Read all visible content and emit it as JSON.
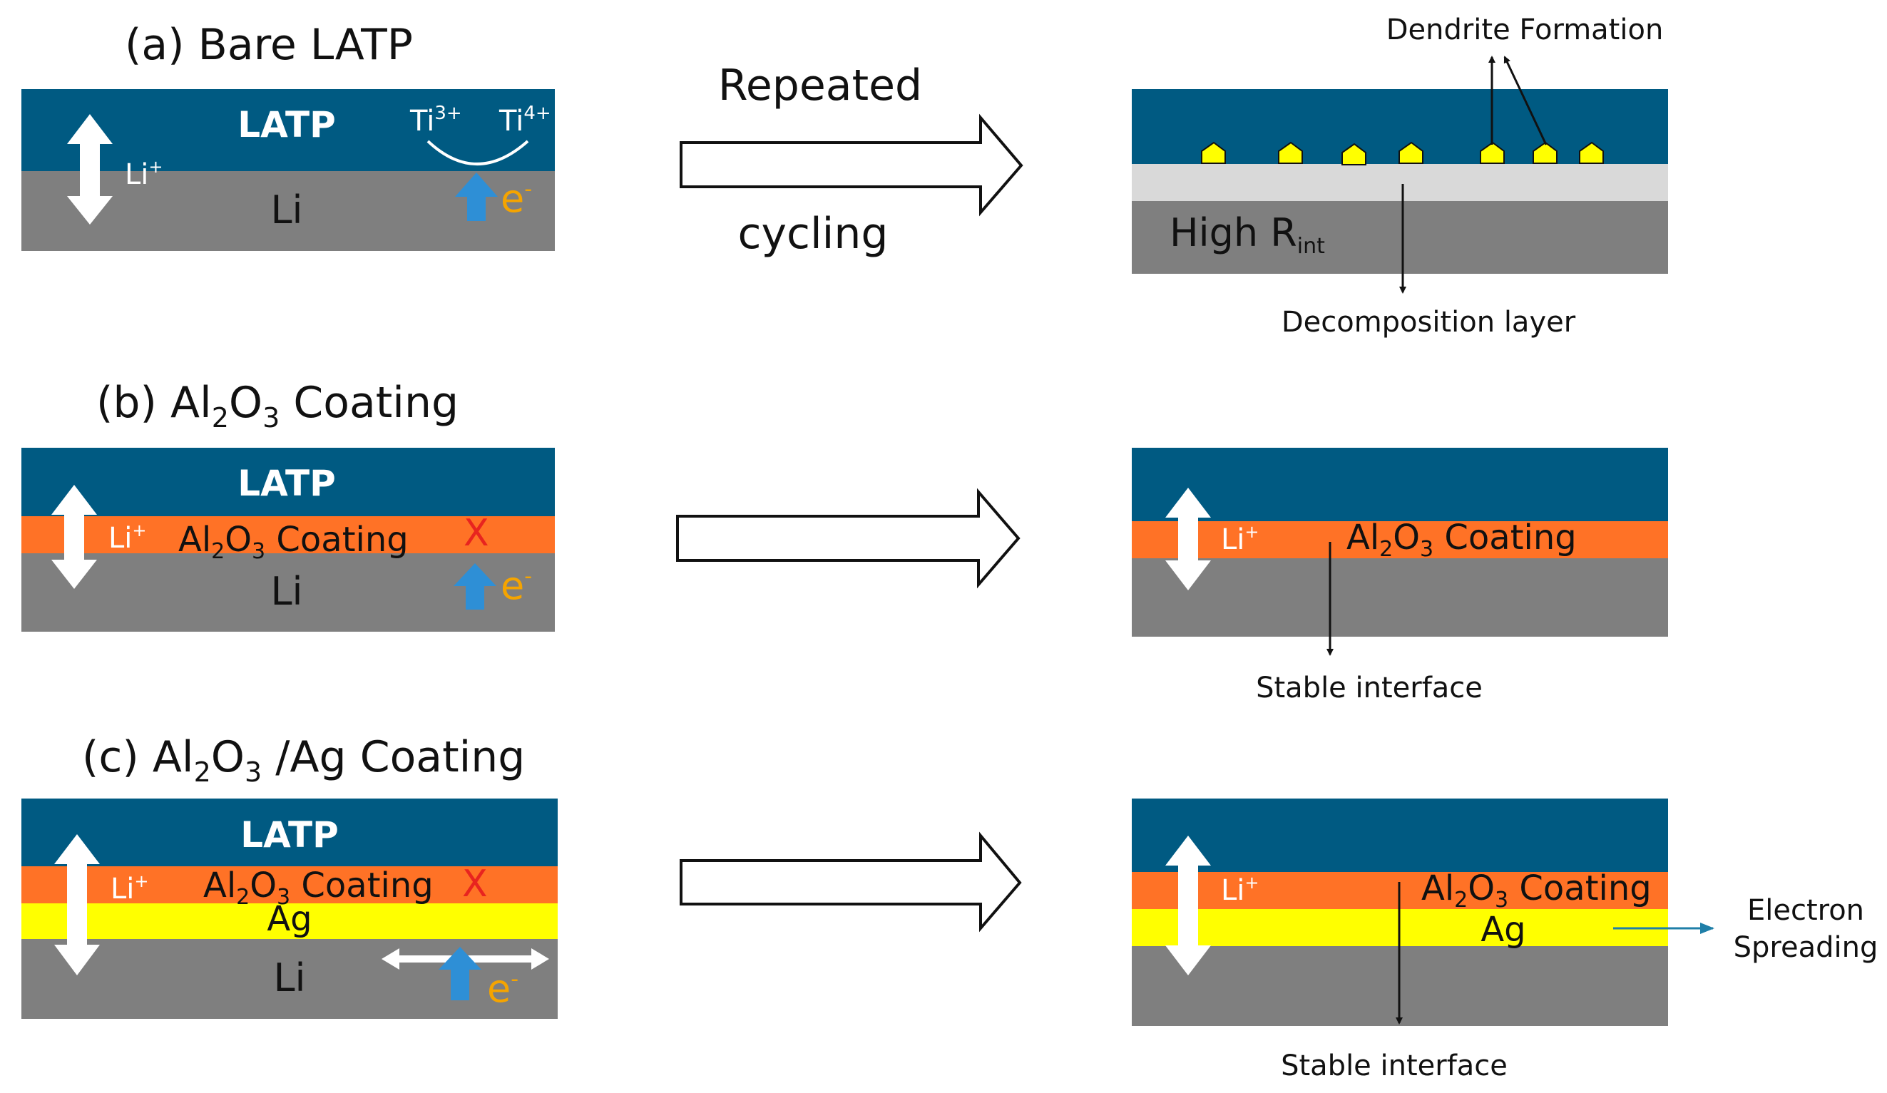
{
  "panels": {
    "a": {
      "title": "(a) Bare LATP",
      "latp_label": "LATP",
      "li_label": "Li",
      "li_ion": "Li",
      "li_ion_sup": "+",
      "ti3": "Ti",
      "ti3_sup": "3+",
      "ti4": "Ti",
      "ti4_sup": "4+",
      "electron": "e",
      "electron_sup": "-",
      "arrow_top": "Repeated",
      "arrow_bottom": "cycling",
      "dendrite_label": "Dendrite Formation",
      "resistance_label": "High R",
      "resistance_sub": "int",
      "decomposition_label": "Decomposition layer"
    },
    "b": {
      "title_pre": "(b) Al",
      "title_sub1": "2",
      "title_mid": "O",
      "title_sub2": "3",
      "title_post": " Coating",
      "latp_label": "LATP",
      "li_label": "Li",
      "li_ion": "Li",
      "li_ion_sup": "+",
      "coating_pre": "Al",
      "coating_sub1": "2",
      "coating_mid": "O",
      "coating_sub2": "3",
      "coating_post": " Coating",
      "block_mark": "X",
      "electron": "e",
      "electron_sup": "-",
      "stable_label": "Stable interface"
    },
    "c": {
      "title_pre": "(c) Al",
      "title_sub1": "2",
      "title_mid": "O",
      "title_sub2": "3",
      "title_post": " /Ag Coating",
      "latp_label": "LATP",
      "li_label": "Li",
      "li_ion": "Li",
      "li_ion_sup": "+",
      "coating_pre": "Al",
      "coating_sub1": "2",
      "coating_mid": "O",
      "coating_sub2": "3",
      "coating_post": " Coating",
      "ag_label": "Ag",
      "block_mark": "X",
      "electron": "e",
      "electron_sup": "-",
      "stable_label": "Stable interface",
      "spreading_line1": "Electron",
      "spreading_line2": "Spreading"
    }
  },
  "colors": {
    "latp": "#005a82",
    "lithium": "#7f7f7f",
    "coating": "#ff7226",
    "silver": "#ffff00",
    "decomposition": "#d9d9d9",
    "dendrite": "#ffff00",
    "electron_arrow": "#2e8fd6"
  }
}
